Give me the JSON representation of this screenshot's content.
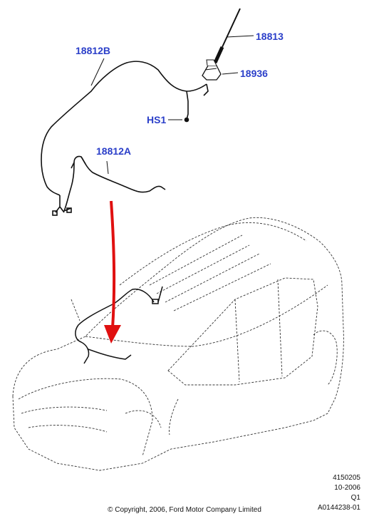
{
  "callouts": {
    "part_18813": "18813",
    "part_18936": "18936",
    "part_18812b": "18812B",
    "part_hs1": "HS1",
    "part_18812a": "18812A"
  },
  "footer": {
    "ref_number": "4150205",
    "date": "10-2006",
    "revision": "Q1",
    "illustration_id": "A0144238-01",
    "copyright": "© Copyright, 2006, Ford Motor Company Limited"
  },
  "colors": {
    "callout_text": "#2b3fc9",
    "pointer_arrow": "#e01010",
    "line_art": "#111111"
  }
}
